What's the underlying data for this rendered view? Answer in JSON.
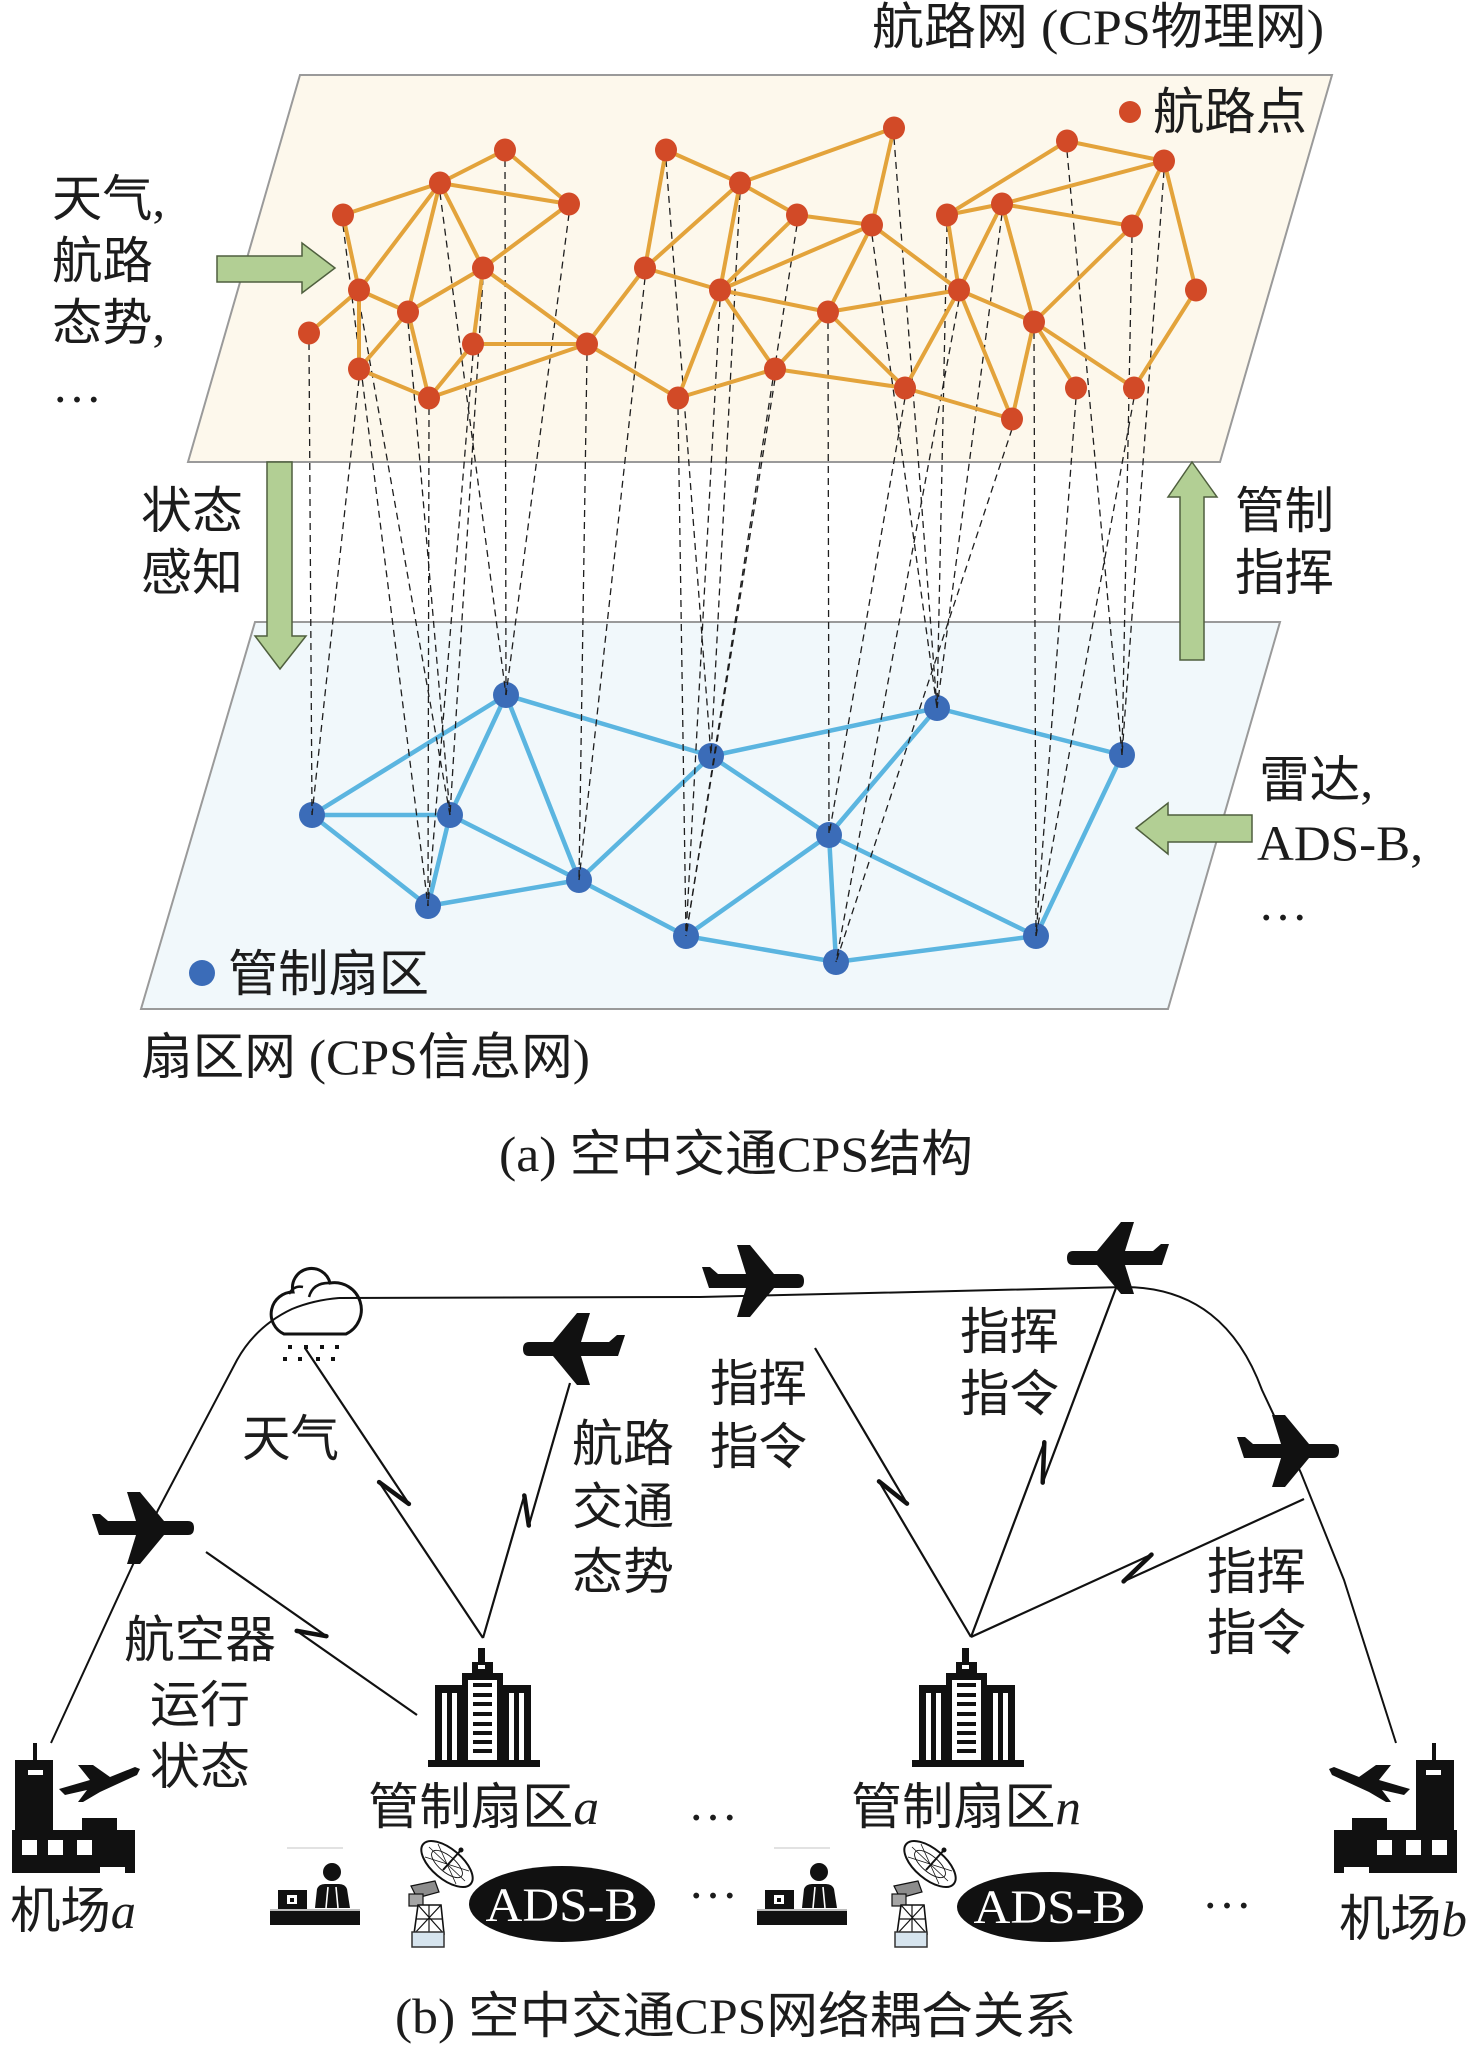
{
  "panel_a": {
    "physical_network_title": "航路网 (CPS物理网)",
    "waypoint_legend": "航路点",
    "external_inputs": [
      "天气,",
      "航路",
      "态势,",
      "…"
    ],
    "state_sensing_label": [
      "状态",
      "感知"
    ],
    "control_command_label": [
      "管制",
      "指挥"
    ],
    "surveillance_inputs": [
      "雷达,",
      "ADS-B,",
      "…"
    ],
    "sector_legend": "管制扇区",
    "information_network_title": "扇区网 (CPS信息网)",
    "caption": "(a) 空中交通CPS结构"
  },
  "panel_b": {
    "weather_label": "天气",
    "route_traffic_label": [
      "航路",
      "交通",
      "态势"
    ],
    "aircraft_state_label": [
      "航空器",
      "运行",
      "状态"
    ],
    "command_labels": [
      [
        "指挥",
        "指令"
      ],
      [
        "指挥",
        "指令"
      ],
      [
        "指挥",
        "指令"
      ]
    ],
    "sector_a": {
      "name": "管制扇区",
      "suffix": "a"
    },
    "sector_n": {
      "name": "管制扇区",
      "suffix": "n"
    },
    "airport_a": {
      "name": "机场",
      "suffix": "a"
    },
    "airport_b": {
      "name": "机场",
      "suffix": "b"
    },
    "ellipsis": "…",
    "adsb_label": "ADS-B",
    "caption": "(b) 空中交通CPS网络耦合关系"
  },
  "colors": {
    "waypoint": "#d24a27",
    "route_edge": "#e3a33b",
    "sector": "#3b6cb8",
    "sector_link": "#5bb5e0",
    "physical_plane": "#fdf8ec",
    "information_plane": "#f1f8fb",
    "arrow_fill": "#b2cf94",
    "arrow_stroke": "#4f5f3e",
    "icon": "#111111",
    "mapping_line": "#1e1e1e"
  }
}
